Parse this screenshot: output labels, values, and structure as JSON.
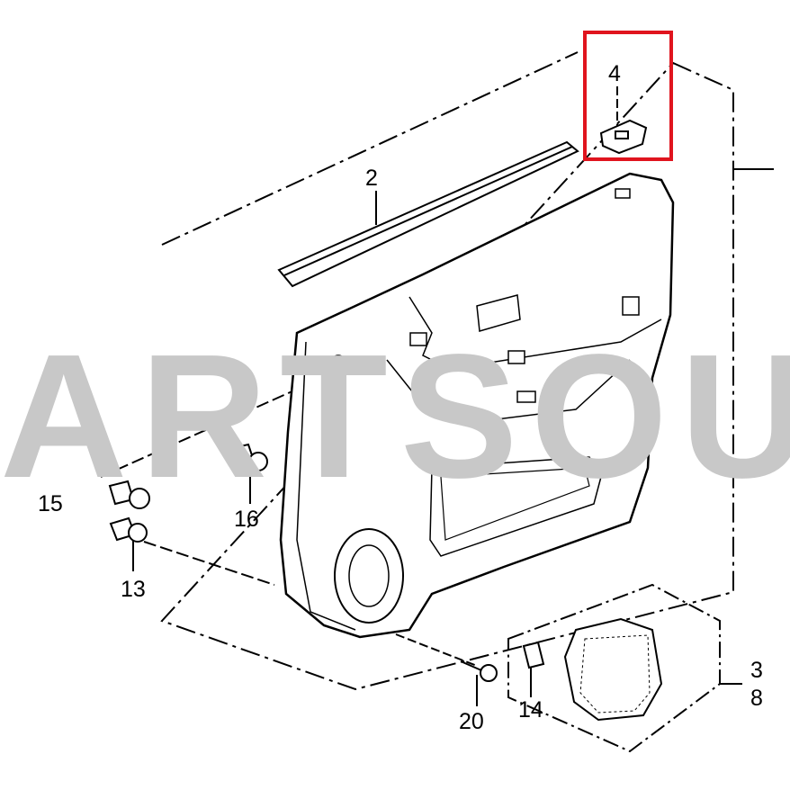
{
  "watermark": "ARTSOU",
  "highlight_color": "#e0141e",
  "callouts": {
    "part_4": "4",
    "part_2": "2",
    "part_15": "15",
    "part_16": "16",
    "part_13": "13",
    "part_20": "20",
    "part_14": "14",
    "part_3": "3",
    "part_8": "8"
  }
}
